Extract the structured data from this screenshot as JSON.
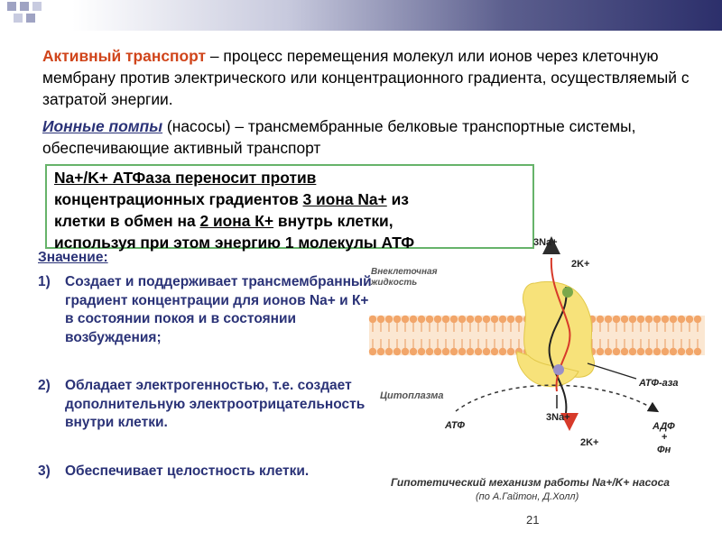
{
  "definition": {
    "term": "Активный транспорт",
    "text": " – процесс перемещения молекул или ионов через клеточную мембрану против электрического или концентрационного градиента, осуществляемый с затратой энергии."
  },
  "pumps": {
    "term": "Ионные помпы",
    "text": " (насосы) – трансмембранные белковые транспортные системы, обеспечивающие активный транспорт"
  },
  "box": {
    "line1": "Na+/K+ АТФаза переносит против",
    "line2a": "концентрационных градиентов ",
    "line2u": "3 иона Na+",
    "line2b": " из",
    "line3a": "клетки в обмен на ",
    "line3u": "2 иона К+",
    "line3b": " внутрь клетки,",
    "line4": "используя при этом энергию 1 молекулы АТФ"
  },
  "significance": {
    "title": "Значение",
    "colon": ":",
    "items": [
      {
        "num": "1)",
        "text": "Создает и поддерживает трансмембранный градиент концентрации для ионов Na+ и К+ в состоянии покоя и в состоянии возбуждения;"
      },
      {
        "num": "2)",
        "text": "Обладает электрогенностью, т.е. создает дополнительную электроотрицательность внутри клетки."
      },
      {
        "num": "3)",
        "text": "Обеспечивает целостность клетки."
      }
    ]
  },
  "diagram": {
    "extracellular_1": "Внеклеточная",
    "extracellular_2": "жидкость",
    "cytoplasm": "Цитоплазма",
    "na_top": "3Na+",
    "k_top": "2K+",
    "atpase": "АТФ-аза",
    "atf": "АТФ",
    "na_bottom": "3Na+",
    "k_bottom": "2K+",
    "adf": "АДФ",
    "plus": "+",
    "fn": "Фн"
  },
  "caption": {
    "main": "Гипотетический механизм работы Na+/K+ насоса",
    "sub": "(по А.Гайтон, Д.Холл)"
  },
  "page_number": "21",
  "colors": {
    "accent_red": "#d0451b",
    "navy": "#2a3277",
    "box_border": "#66b36a",
    "protein": "#f7e27a",
    "lipid_head": "#f2a66a"
  }
}
